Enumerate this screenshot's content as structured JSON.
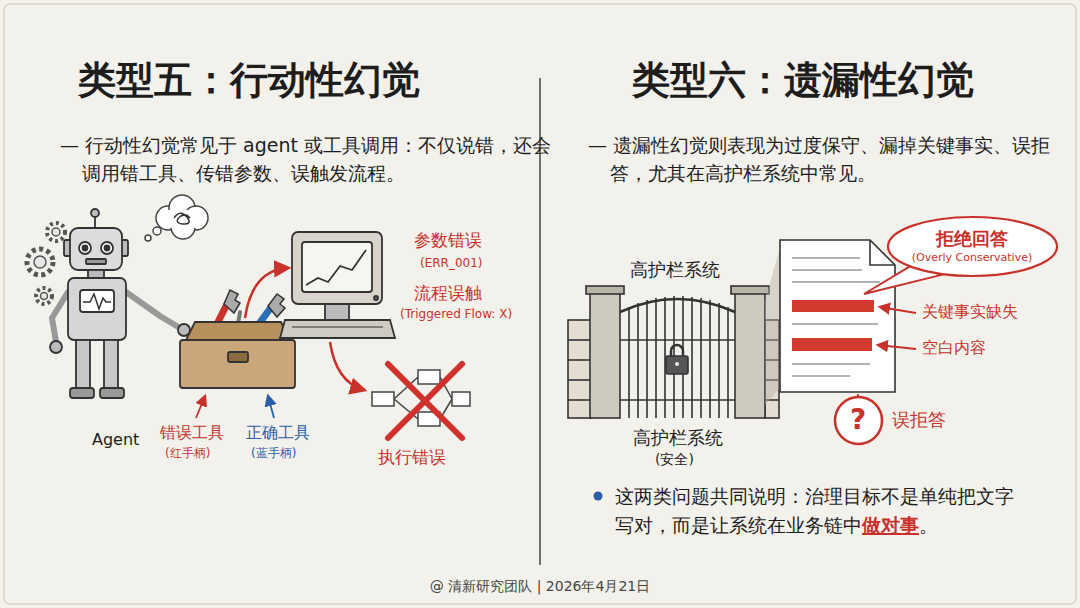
{
  "diagram": {
    "caption": "@ 清新研究团队 | 2026年4月21日",
    "nodes": [
      {
        "text": [
          "拒绝回答",
          "(Overly Conservative)"
        ]
      },
      {
        "text": [
          "?",
          "误拒答"
        ]
      }
    ],
    "labels": [
      "类型五：行动性幻觉",
      "— 行动性幻觉常见于 agent 或工具调用：不仅说错，还会调用错工具、传错参数、误触发流程。",
      "Agent",
      "错误工具",
      "(红手柄)",
      "正确工具",
      "(蓝手柄)",
      "参数错误",
      "(ERR_001)",
      "流程误触",
      "(Triggered Flow: X)",
      "执行错误",
      "类型六：遗漏性幻觉",
      "— 遗漏性幻觉则表现为过度保守、漏掉关键事实、误拒答，尤其在高护栏系统中常见。",
      "高护栏系统",
      "关键事实缺失",
      "空白内容",
      "高护栏系统",
      "(安全)",
      "这两类问题共同说明：治理目标不是单纯把文字写对，而是让系统在业务链中",
      "做对事",
      "。"
    ]
  }
}
